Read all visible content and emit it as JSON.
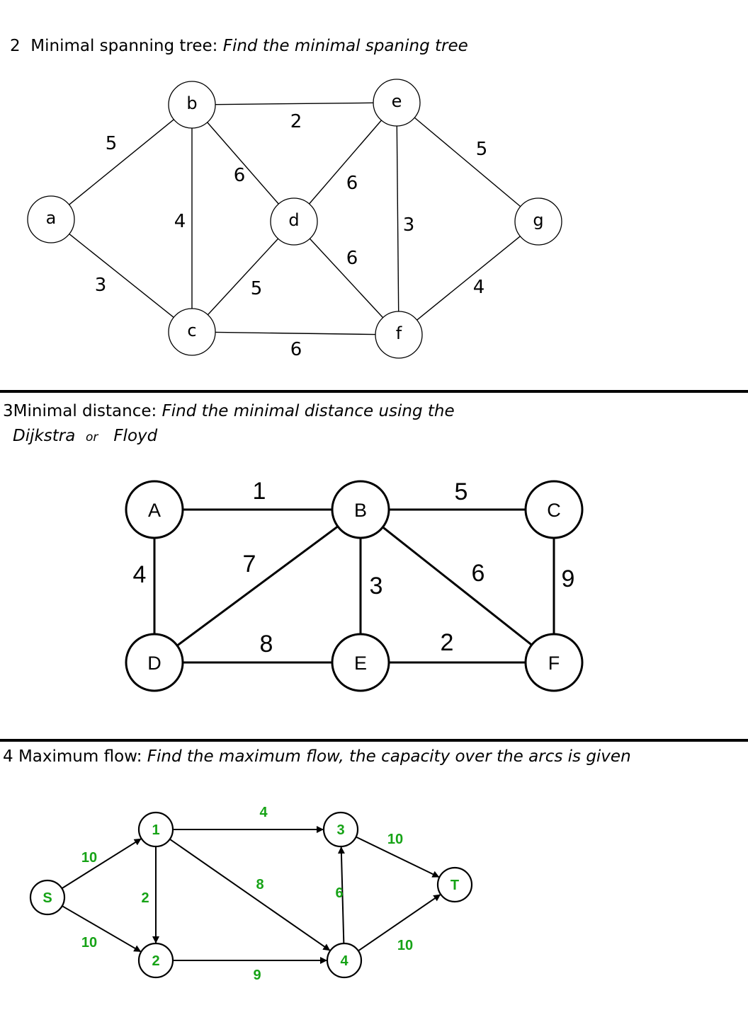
{
  "section2": {
    "number": "2",
    "title": "Minimal spanning tree:",
    "instruction": "Find the minimal spaning tree",
    "graph": {
      "nodes": [
        "a",
        "b",
        "c",
        "d",
        "e",
        "f",
        "g"
      ],
      "edges": [
        {
          "from": "a",
          "to": "b",
          "weight": "5"
        },
        {
          "from": "a",
          "to": "c",
          "weight": "3"
        },
        {
          "from": "b",
          "to": "c",
          "weight": "4"
        },
        {
          "from": "b",
          "to": "d",
          "weight": "6"
        },
        {
          "from": "b",
          "to": "e",
          "weight": "2"
        },
        {
          "from": "c",
          "to": "d",
          "weight": "5"
        },
        {
          "from": "c",
          "to": "f",
          "weight": "6"
        },
        {
          "from": "d",
          "to": "e",
          "weight": "6"
        },
        {
          "from": "d",
          "to": "f",
          "weight": "6"
        },
        {
          "from": "e",
          "to": "f",
          "weight": "3"
        },
        {
          "from": "e",
          "to": "g",
          "weight": "5"
        },
        {
          "from": "f",
          "to": "g",
          "weight": "4"
        }
      ]
    }
  },
  "section3": {
    "number": "3",
    "title": "Minimal distance:",
    "instruction": "Find the minimal distance using the",
    "method_1": "Dijkstra",
    "or_text": "or",
    "method_2": "Floyd",
    "graph": {
      "nodes": [
        "A",
        "B",
        "C",
        "D",
        "E",
        "F"
      ],
      "edges": [
        {
          "from": "A",
          "to": "B",
          "weight": "1"
        },
        {
          "from": "A",
          "to": "D",
          "weight": "4"
        },
        {
          "from": "B",
          "to": "C",
          "weight": "5"
        },
        {
          "from": "B",
          "to": "D",
          "weight": "7"
        },
        {
          "from": "B",
          "to": "E",
          "weight": "3"
        },
        {
          "from": "B",
          "to": "F",
          "weight": "6"
        },
        {
          "from": "C",
          "to": "F",
          "weight": "9"
        },
        {
          "from": "D",
          "to": "E",
          "weight": "8"
        },
        {
          "from": "E",
          "to": "F",
          "weight": "2"
        }
      ]
    }
  },
  "section4": {
    "number": "4",
    "title": "Maximum flow:",
    "instruction": "Find the maximum flow, the capacity over the arcs is given",
    "graph": {
      "nodes": [
        "S",
        "1",
        "2",
        "3",
        "4",
        "T"
      ],
      "arcs": [
        {
          "from": "S",
          "to": "1",
          "capacity": "10"
        },
        {
          "from": "S",
          "to": "2",
          "capacity": "10"
        },
        {
          "from": "1",
          "to": "2",
          "capacity": "2"
        },
        {
          "from": "1",
          "to": "3",
          "capacity": "4"
        },
        {
          "from": "1",
          "to": "4",
          "capacity": "8"
        },
        {
          "from": "2",
          "to": "4",
          "capacity": "9"
        },
        {
          "from": "4",
          "to": "3",
          "capacity": "6"
        },
        {
          "from": "3",
          "to": "T",
          "capacity": "10"
        },
        {
          "from": "4",
          "to": "T",
          "capacity": "10"
        }
      ]
    }
  }
}
